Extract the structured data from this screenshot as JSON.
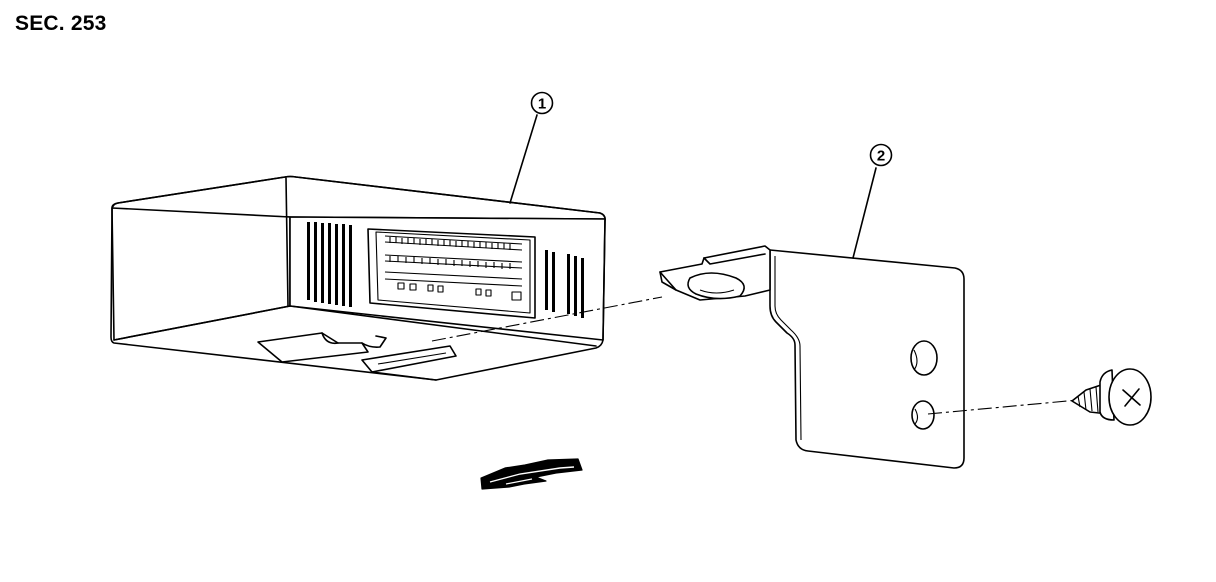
{
  "section_label": "SEC. 253",
  "callouts": [
    {
      "number": "1"
    },
    {
      "number": "2"
    }
  ]
}
